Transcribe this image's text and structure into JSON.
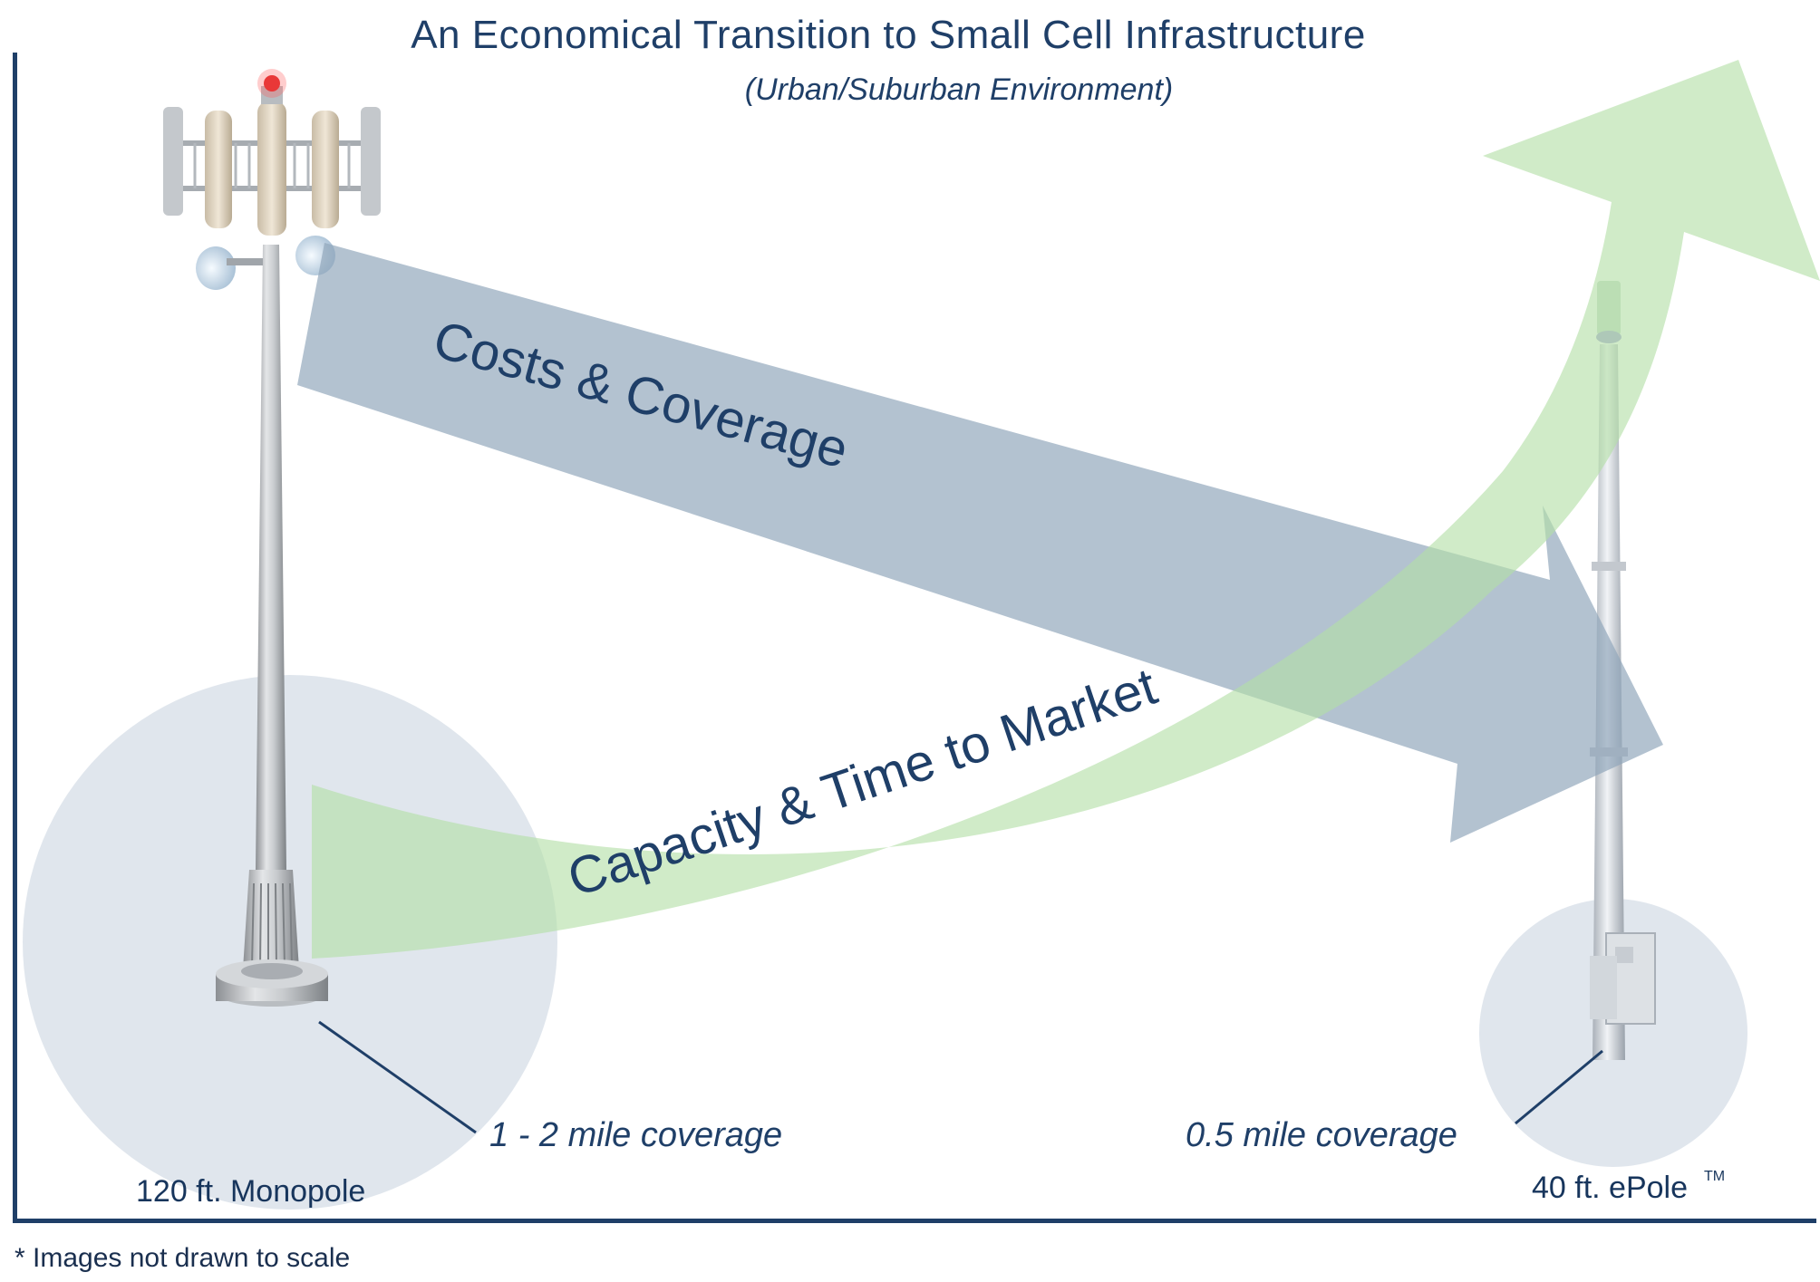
{
  "title": "An Economical Transition to Small Cell Infrastructure",
  "subtitle": "(Urban/Suburban Environment)",
  "arrows": {
    "costs_label": "Costs & Coverage",
    "capacity_label": "Capacity & Time to Market"
  },
  "monopole": {
    "label": "120 ft. Monopole",
    "coverage": "1 - 2 mile coverage"
  },
  "epole": {
    "label": "40 ft. ePole",
    "trademark": "TM",
    "coverage": "0.5 mile coverage"
  },
  "footnote": "* Images not drawn to scale",
  "colors": {
    "navy": "#1f3f68",
    "blue_arrow": "#9fb3c5",
    "green_arrow": "#bfe3b4",
    "coverage_circle": "#d6dee7"
  }
}
